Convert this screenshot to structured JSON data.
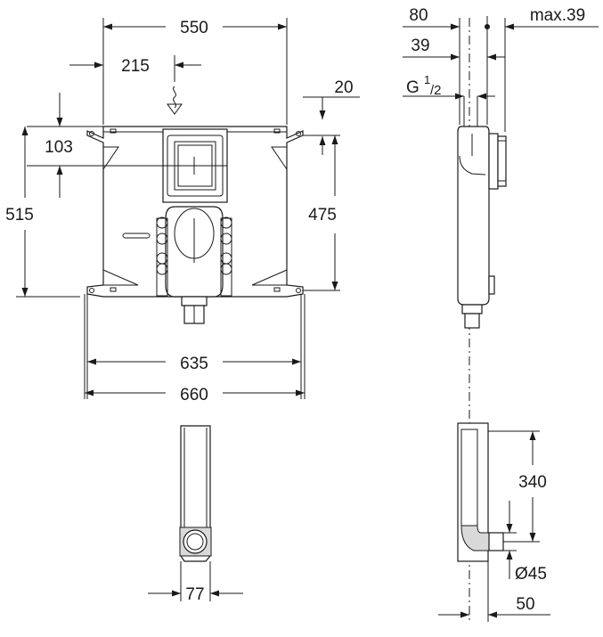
{
  "dimensions": {
    "width_550": "550",
    "offset_215": "215",
    "top_20": "20",
    "height_103": "103",
    "height_515": "515",
    "height_475": "475",
    "width_635": "635",
    "width_660": "660",
    "depth_80": "80",
    "depth_39": "39",
    "max_39": "max.39",
    "thread_g": "G",
    "thread_num": "1",
    "thread_den": "/2",
    "height_340": "340",
    "diameter_45": "Ø45",
    "depth_50": "50",
    "width_77": "77"
  }
}
